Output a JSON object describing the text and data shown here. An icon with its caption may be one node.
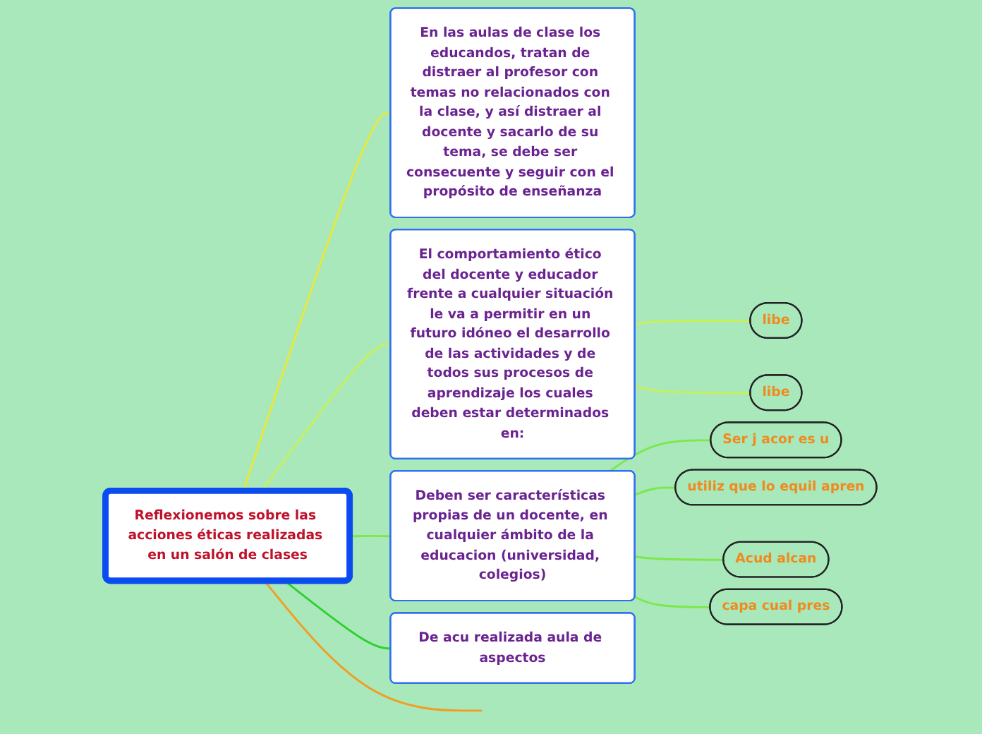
{
  "diagram": {
    "nodes": [
      {
        "text": [
          "Reflexionemos sobre las acciones éticas realizadas en un salón de clases"
        ]
      },
      {
        "text": [
          "En las aulas de clase los educandos, tratan de distraer al profesor con temas no relacionados con la clase, y así distraer al docente y sacarlo de su tema, se debe ser consecuente y seguir con el propósito de enseñanza"
        ]
      },
      {
        "text": [
          "El comportamiento ético del docente y educador frente a cualquier situación le va a permitir en un futuro idóneo el desarrollo de las actividades y de todos sus procesos de aprendizaje los cuales deben estar determinados en:"
        ]
      },
      {
        "text": [
          "libe"
        ]
      },
      {
        "text": [
          "libe"
        ]
      },
      {
        "text": [
          "Deben ser características propias de un docente, en cualquier ámbito de la educacion (universidad, colegios)"
        ]
      },
      {
        "text": [
          "Ser j acor es u"
        ]
      },
      {
        "text": [
          "utiliz que lo equil apren"
        ]
      },
      {
        "text": [
          "Acud alcan"
        ]
      },
      {
        "text": [
          "capa cual pres"
        ]
      },
      {
        "text": [
          "De acu realizada aula de aspectos"
        ]
      }
    ],
    "edges": [
      {
        "from": 0,
        "to": null,
        "arrow": "none",
        "color": "#f39c1f"
      },
      {
        "from": 0,
        "to": 1,
        "arrow": "none",
        "color": "#e8e83a"
      },
      {
        "from": 0,
        "to": 2,
        "arrow": "none",
        "color": "#c8f05a"
      },
      {
        "from": 2,
        "to": 3,
        "arrow": "none",
        "color": "#c8f05a"
      },
      {
        "from": 2,
        "to": 4,
        "arrow": "none",
        "color": "#c8f05a"
      },
      {
        "from": 0,
        "to": 5,
        "arrow": "none",
        "color": "#7de84a"
      },
      {
        "from": 5,
        "to": 6,
        "arrow": "none",
        "color": "#7de84a"
      },
      {
        "from": 5,
        "to": 7,
        "arrow": "none",
        "color": "#7de84a"
      },
      {
        "from": 5,
        "to": 8,
        "arrow": "none",
        "color": "#7de84a"
      },
      {
        "from": 5,
        "to": 9,
        "arrow": "none",
        "color": "#7de84a"
      },
      {
        "from": 0,
        "to": 10,
        "arrow": "none",
        "color": "#2ed12e"
      }
    ]
  }
}
